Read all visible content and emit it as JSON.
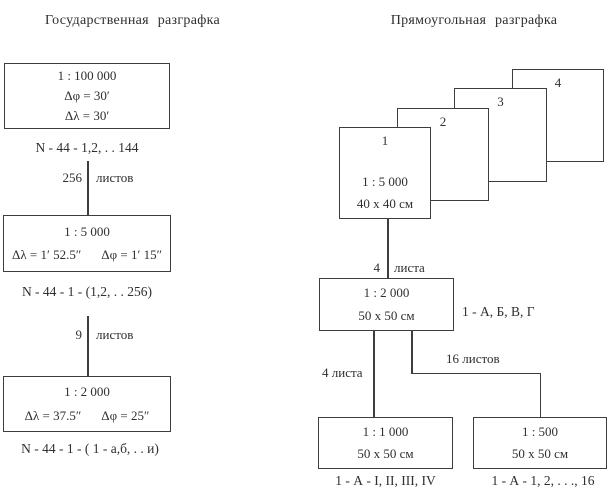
{
  "left": {
    "title": "Государственная разграфка",
    "box_100k": {
      "scale": "1 : 100 000",
      "delta_phi": "Δφ = 30′",
      "delta_lambda": "Δλ = 30′",
      "caption": "N - 44 - 1,2, . . 144"
    },
    "conn_256": {
      "count": "256",
      "word": "листов"
    },
    "box_5k": {
      "scale": "1 : 5 000",
      "delta_lambda": "Δλ = 1′ 52.5″",
      "delta_phi": "Δφ = 1′ 15″",
      "caption": "N - 44 - 1 - (1,2, . . 256)"
    },
    "conn_9": {
      "count": "9",
      "word": "листов"
    },
    "box_2k": {
      "scale": "1 : 2 000",
      "delta_lambda": "Δλ = 37.5″",
      "delta_phi": "Δφ = 25″",
      "caption": "N - 44 - 1 - ( 1 - а,б, . . и)"
    }
  },
  "right": {
    "title": "Прямоугольная разграфка",
    "sheets": {
      "n1": "1",
      "n2": "2",
      "n3": "3",
      "n4": "4",
      "scale": "1 : 5 000",
      "size": "40 х 40 см"
    },
    "conn_4a": {
      "count": "4",
      "word": "листа"
    },
    "box_2k": {
      "scale": "1 : 2 000",
      "size": "50 х 50 см",
      "side_label": "1 - А, Б, В, Г"
    },
    "conn_4b": {
      "label": "4 листа"
    },
    "conn_16": {
      "label": "16 листов"
    },
    "box_1k": {
      "scale": "1 : 1 000",
      "size": "50 х 50 см",
      "caption": "1 - А - I, II, III, IV"
    },
    "box_500": {
      "scale": "1 : 500",
      "size": "50 х 50 см",
      "caption": "1 - А - 1, 2, . . ., 16"
    }
  },
  "colors": {
    "ink": "#2f2f2f",
    "line": "#3d3d3d",
    "background": "#ffffff"
  }
}
